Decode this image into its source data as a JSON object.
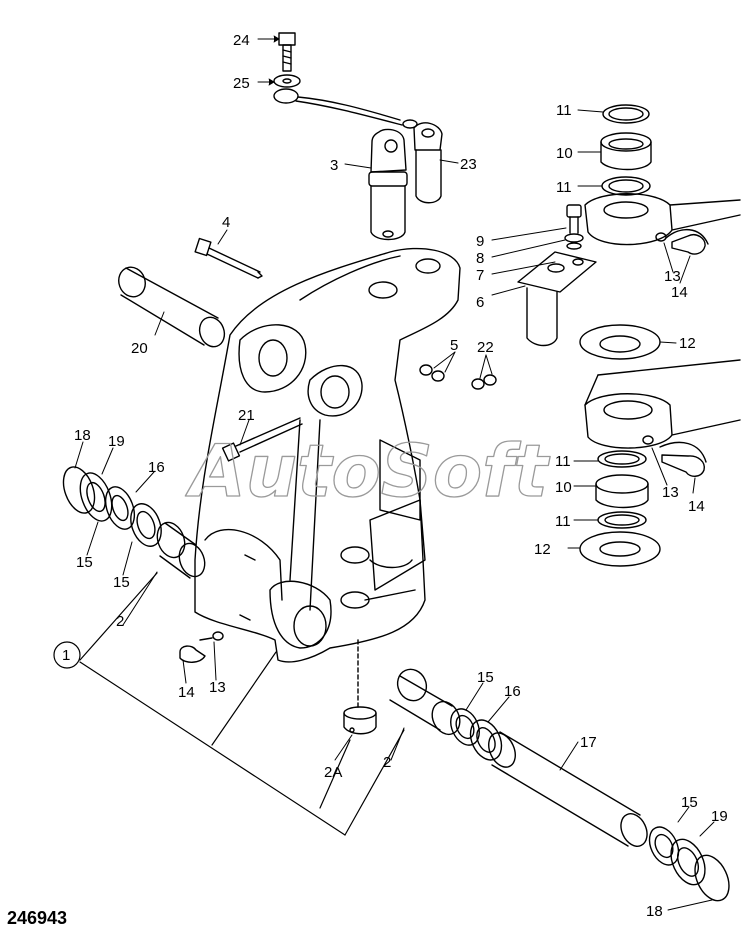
{
  "drawing_number": "246943",
  "watermark": "AutoSoft",
  "callouts": [
    "24",
    "25",
    "3",
    "23",
    "4",
    "11",
    "10",
    "9",
    "8",
    "7",
    "6",
    "20",
    "12",
    "5",
    "22",
    "21",
    "18",
    "19",
    "16",
    "15",
    "13",
    "14",
    "2",
    "1",
    "2A",
    "17"
  ]
}
